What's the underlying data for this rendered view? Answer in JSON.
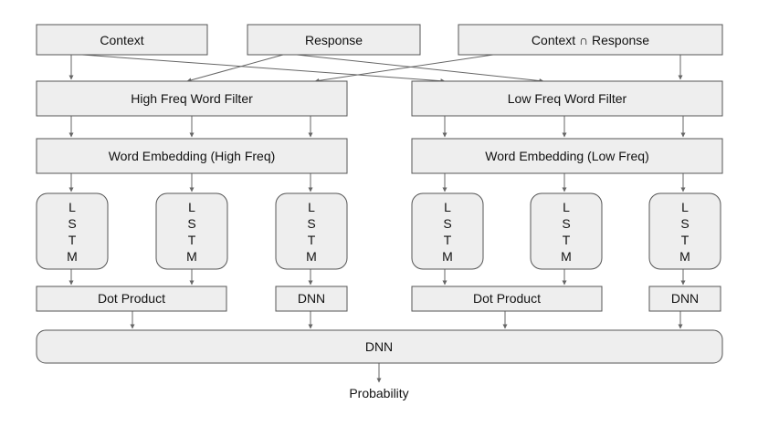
{
  "nodes": {
    "context": "Context",
    "response": "Response",
    "context_and_response": "Context ∩ Response",
    "high_freq_filter": "High Freq Word Filter",
    "low_freq_filter": "Low Freq Word Filter",
    "embedding_high": "Word Embedding (High Freq)",
    "embedding_low": "Word Embedding (Low Freq)",
    "lstm_letters": [
      "L",
      "S",
      "T",
      "M"
    ],
    "dot_product_high": "Dot Product",
    "dnn_high": "DNN",
    "dot_product_low": "Dot Product",
    "dnn_low": "DNN",
    "dnn_final": "DNN",
    "output": "Probability"
  }
}
